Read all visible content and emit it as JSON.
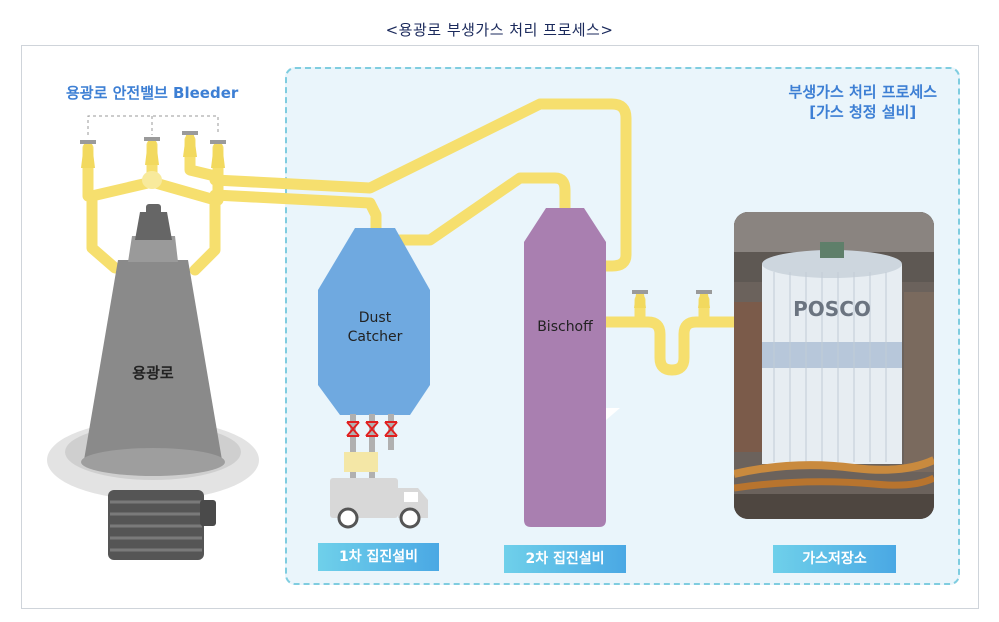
{
  "title": "<용광로 부생가스 처리 프로세스>",
  "bleeder_label": "용광로 안전밸브 Bleeder",
  "process_label": {
    "line1": "부생가스 처리 프로세스",
    "line2": "[가스 청정 설비]"
  },
  "furnace_label": "용광로",
  "dust_catcher": {
    "line1": "Dust",
    "line2": "Catcher"
  },
  "bischoff_label": "Bischoff",
  "photo_sign": "POSCO",
  "tags": {
    "stage1": "1차 집진설비",
    "stage2": "2차 집진설비",
    "storage": "가스저장소"
  },
  "colors": {
    "pipe": "#f6df6e",
    "furnace": "#8a8a8a",
    "dust_catcher": "#6fa9e0",
    "bischoff": "#a97fb0",
    "panel_bg": "#eaf5fb",
    "accent_text": "#3d7fd4"
  }
}
